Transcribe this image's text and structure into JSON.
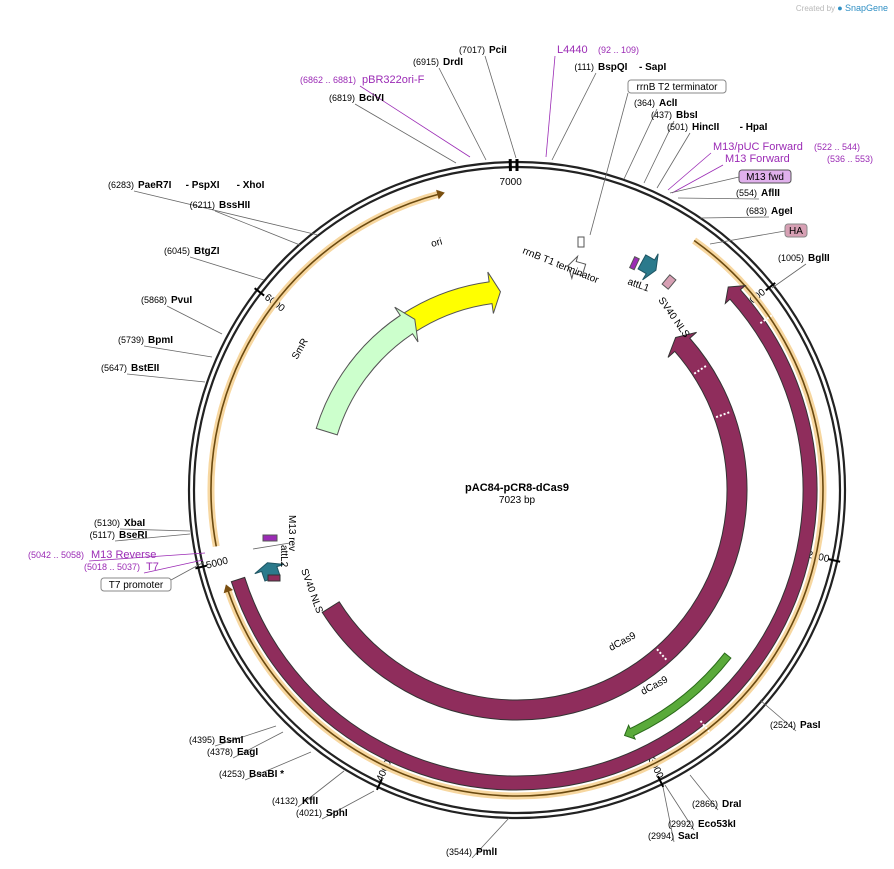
{
  "brand": {
    "created_by": "Created by",
    "name": "SnapGene"
  },
  "plasmid": {
    "name": "pAC84-pCR8-dCas9",
    "length": "7023 bp",
    "total_bp": 7023
  },
  "ruler": {
    "ticks": [
      "1000",
      "2000",
      "3000",
      "4000",
      "5000",
      "6000",
      "7000"
    ]
  },
  "colors": {
    "backbone": "#222222",
    "enzyme": "#000000",
    "primer": "#9b2bb5",
    "dcas9": "#8f2d5c",
    "ori": "#ffff00",
    "smr": "#ccffcc",
    "att": "#2b7a8c",
    "orf": "#f0b040",
    "ha": "#d7a0b4",
    "m13fwd": "#e0b0ec",
    "green": "#2a8c1a"
  },
  "enzymes": [
    {
      "name": "PciI",
      "pos": "(7017)"
    },
    {
      "name": "DrdI",
      "pos": "(6915)"
    },
    {
      "name": "BciVI",
      "pos": "(6819)"
    },
    {
      "name": "PaeR7I",
      "pos": "(6283)",
      "extra": [
        "PspXI",
        "XhoI"
      ]
    },
    {
      "name": "BssHII",
      "pos": "(6211)"
    },
    {
      "name": "BtgZI",
      "pos": "(6045)"
    },
    {
      "name": "PvuI",
      "pos": "(5868)"
    },
    {
      "name": "BpmI",
      "pos": "(5739)"
    },
    {
      "name": "BstEII",
      "pos": "(5647)"
    },
    {
      "name": "XbaI",
      "pos": "(5130)"
    },
    {
      "name": "BseRI",
      "pos": "(5117)"
    },
    {
      "name": "BspQI",
      "pos": "(111)",
      "extra": [
        "SapI"
      ]
    },
    {
      "name": "AclI",
      "pos": "(364)"
    },
    {
      "name": "BbsI",
      "pos": "(437)"
    },
    {
      "name": "HincII",
      "pos": "(501)",
      "extra": [
        "HpaI"
      ]
    },
    {
      "name": "AflII",
      "pos": "(554)"
    },
    {
      "name": "AgeI",
      "pos": "(683)"
    },
    {
      "name": "BglII",
      "pos": "(1005)"
    },
    {
      "name": "PasI",
      "pos": "(2524)"
    },
    {
      "name": "DraI",
      "pos": "(2866)"
    },
    {
      "name": "Eco53kI",
      "pos": "(2992)"
    },
    {
      "name": "SacI",
      "pos": "(2994)"
    },
    {
      "name": "PmlI",
      "pos": "(3544)"
    },
    {
      "name": "SphI",
      "pos": "(4021)"
    },
    {
      "name": "KflI",
      "pos": "(4132)"
    },
    {
      "name": "BsaBI *",
      "pos": "(4253)"
    },
    {
      "name": "EagI",
      "pos": "(4378)"
    },
    {
      "name": "BsmI",
      "pos": "(4395)"
    }
  ],
  "primers": [
    {
      "name": "L4440",
      "pos": "(92 .. 109)"
    },
    {
      "name": "pBR322ori-F",
      "pos": "(6862 .. 6881)"
    },
    {
      "name": "M13/pUC Forward",
      "pos": "(522 .. 544)"
    },
    {
      "name": "M13 Forward",
      "pos": "(536 .. 553)"
    },
    {
      "name": "M13 Reverse",
      "pos": "(5042 .. 5058)"
    },
    {
      "name": "T7",
      "pos": "(5018 .. 5037)"
    }
  ],
  "boxed_features": [
    {
      "name": "rrnB T2 terminator"
    },
    {
      "name": "M13 fwd"
    },
    {
      "name": "HA"
    },
    {
      "name": "T7 promoter"
    }
  ],
  "features": [
    {
      "name": "ori"
    },
    {
      "name": "SmR"
    },
    {
      "name": "rrnB T1 terminator"
    },
    {
      "name": "attL1"
    },
    {
      "name": "SV40 NLS"
    },
    {
      "name": "dCas9"
    },
    {
      "name": "dCas9"
    },
    {
      "name": "M13 rev"
    },
    {
      "name": "attL2"
    },
    {
      "name": "SV40 NLS"
    }
  ]
}
